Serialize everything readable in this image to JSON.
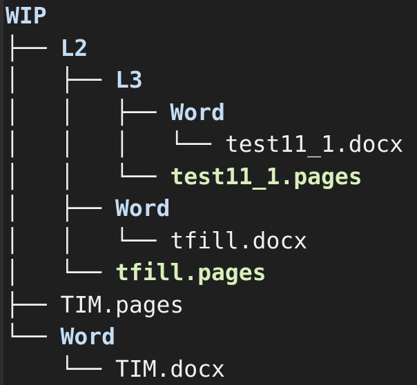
{
  "colors": {
    "background": "#1f1f1f",
    "edge_strip": "#2e2e2e",
    "text": "#f1f1f1",
    "directory": "#c4ddf4",
    "pages_file": "#d8efbb",
    "tree_lines": "#f1f1f1"
  },
  "tree": {
    "root": "WIP",
    "lines": [
      {
        "prefix": "",
        "name": "WIP",
        "type": "directory"
      },
      {
        "prefix": "├── ",
        "name": "L2",
        "type": "directory"
      },
      {
        "prefix": "│   ├── ",
        "name": "L3",
        "type": "directory"
      },
      {
        "prefix": "│   │   ├── ",
        "name": "Word",
        "type": "directory"
      },
      {
        "prefix": "│   │   │   └── ",
        "name": "test11_1.docx",
        "type": "file"
      },
      {
        "prefix": "│   │   └── ",
        "name": "test11_1.pages",
        "type": "pages"
      },
      {
        "prefix": "│   ├── ",
        "name": "Word",
        "type": "directory"
      },
      {
        "prefix": "│   │   └── ",
        "name": "tfill.docx",
        "type": "file"
      },
      {
        "prefix": "│   └── ",
        "name": "tfill.pages",
        "type": "pages"
      },
      {
        "prefix": "├── ",
        "name": "TIM.pages",
        "type": "file"
      },
      {
        "prefix": "└── ",
        "name": "Word",
        "type": "directory"
      },
      {
        "prefix": "    └── ",
        "name": "TIM.docx",
        "type": "file"
      }
    ]
  }
}
